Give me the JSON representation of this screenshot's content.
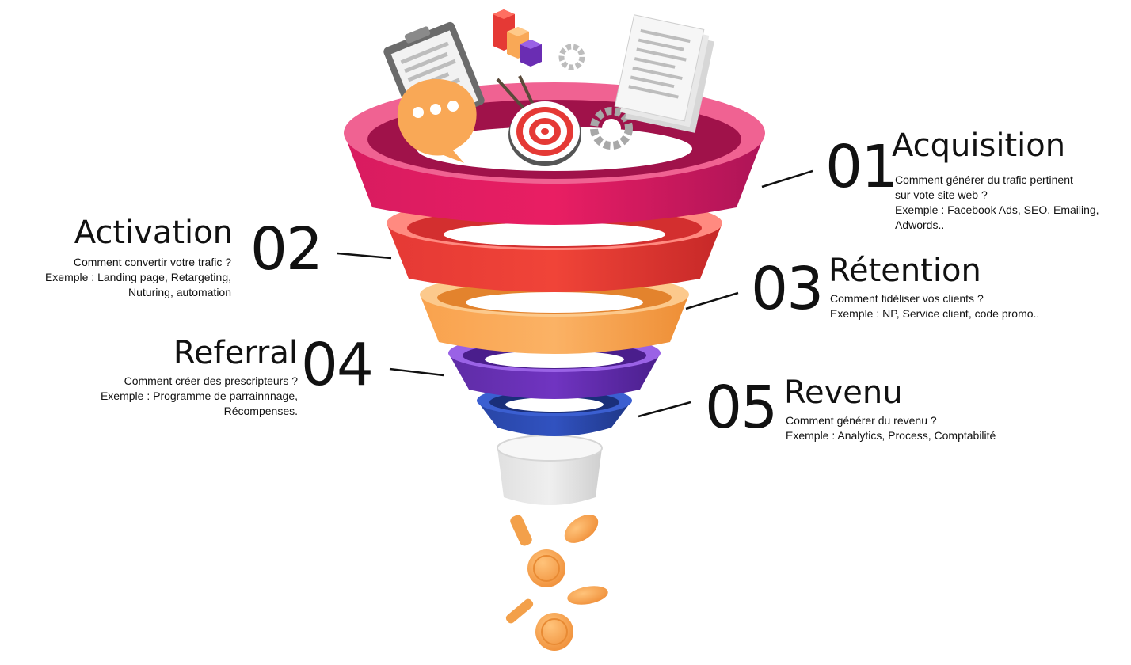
{
  "stages": [
    {
      "id": "acquisition",
      "number": "01",
      "title": "Acquisition",
      "lines": [
        "Comment générer du trafic pertinent",
        "sur vote site web ?",
        "Exemple : Facebook Ads, SEO, Emailing,",
        "Adwords.."
      ],
      "color": "#c2185b"
    },
    {
      "id": "activation",
      "number": "02",
      "title": "Activation",
      "lines": [
        "Comment convertir votre trafic ?",
        "Exemple : Landing page, Retargeting,",
        "Nuturing, automation"
      ],
      "color": "#e53935"
    },
    {
      "id": "retention",
      "number": "03",
      "title": "Rétention",
      "lines": [
        "Comment fidéliser vos clients ?",
        "Exemple : NP, Service client, code promo.."
      ],
      "color": "#f9a856"
    },
    {
      "id": "referral",
      "number": "04",
      "title": "Referral",
      "lines": [
        "Comment créer des prescripteurs ?",
        "Exemple : Programme de parrainnnage,",
        "Récompenses."
      ],
      "color": "#6a2db3"
    },
    {
      "id": "revenu",
      "number": "05",
      "title": "Revenu",
      "lines": [
        "Comment générer du revenu ?",
        "Exemple : Analytics, Process, Comptabilité"
      ],
      "color": "#2846a8"
    }
  ],
  "icons": [
    "speech-bubble-icon",
    "clipboard-icon",
    "bar-chart-icon",
    "target-icon",
    "gear-icon",
    "documents-icon",
    "coin-icon"
  ]
}
